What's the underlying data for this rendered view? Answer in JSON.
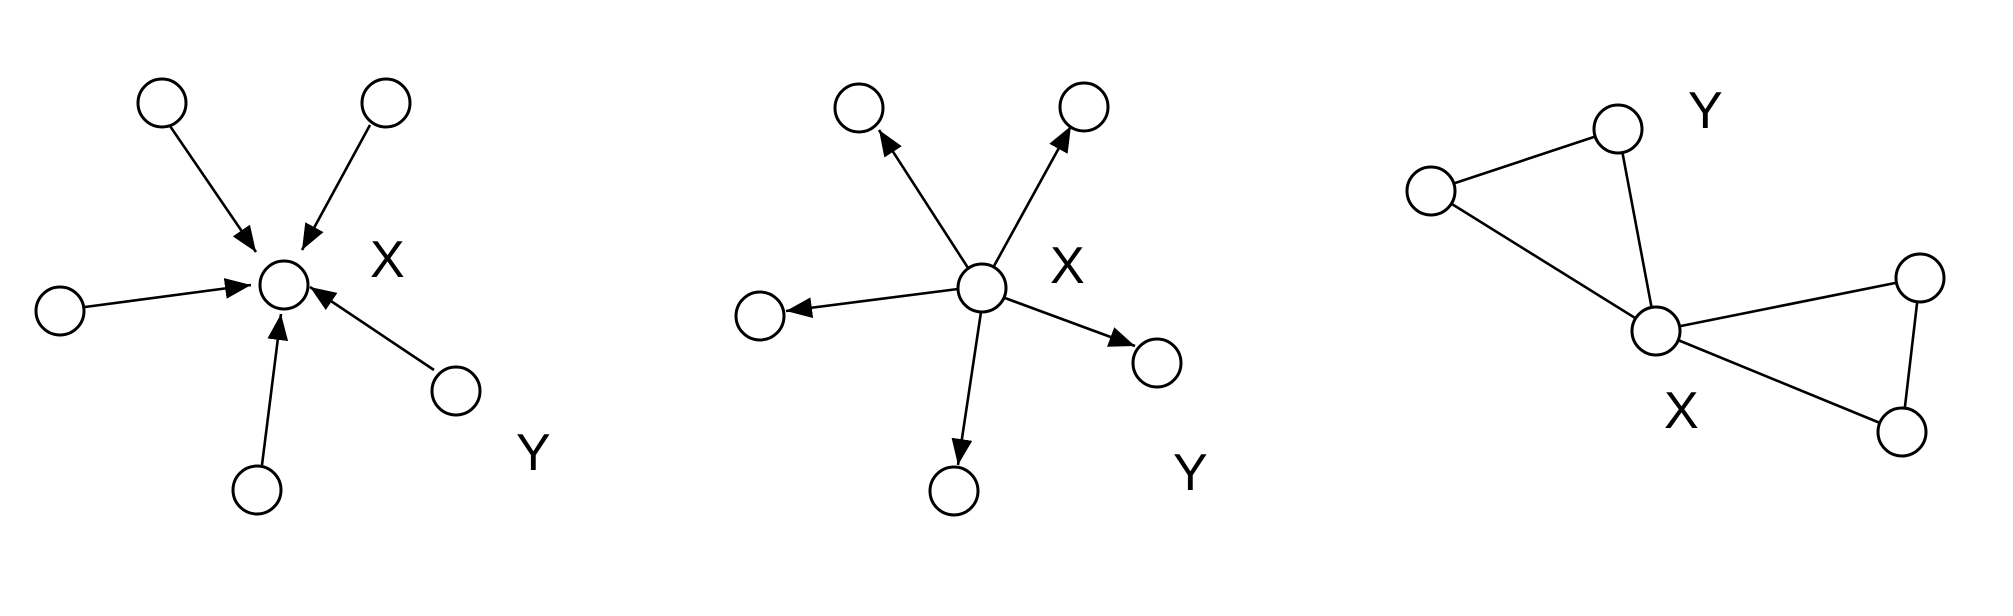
{
  "colors": {
    "background": "#ffffff",
    "stroke": "#000000",
    "node_fill": "#ffffff"
  },
  "graphs": [
    {
      "kind": "directed",
      "edges_point": "inward",
      "labels": {
        "x": "X",
        "y": "Y"
      }
    },
    {
      "kind": "directed",
      "edges_point": "outward",
      "labels": {
        "x": "X",
        "y": "Y"
      }
    },
    {
      "kind": "undirected",
      "labels": {
        "x": "X",
        "y": "Y"
      }
    }
  ]
}
